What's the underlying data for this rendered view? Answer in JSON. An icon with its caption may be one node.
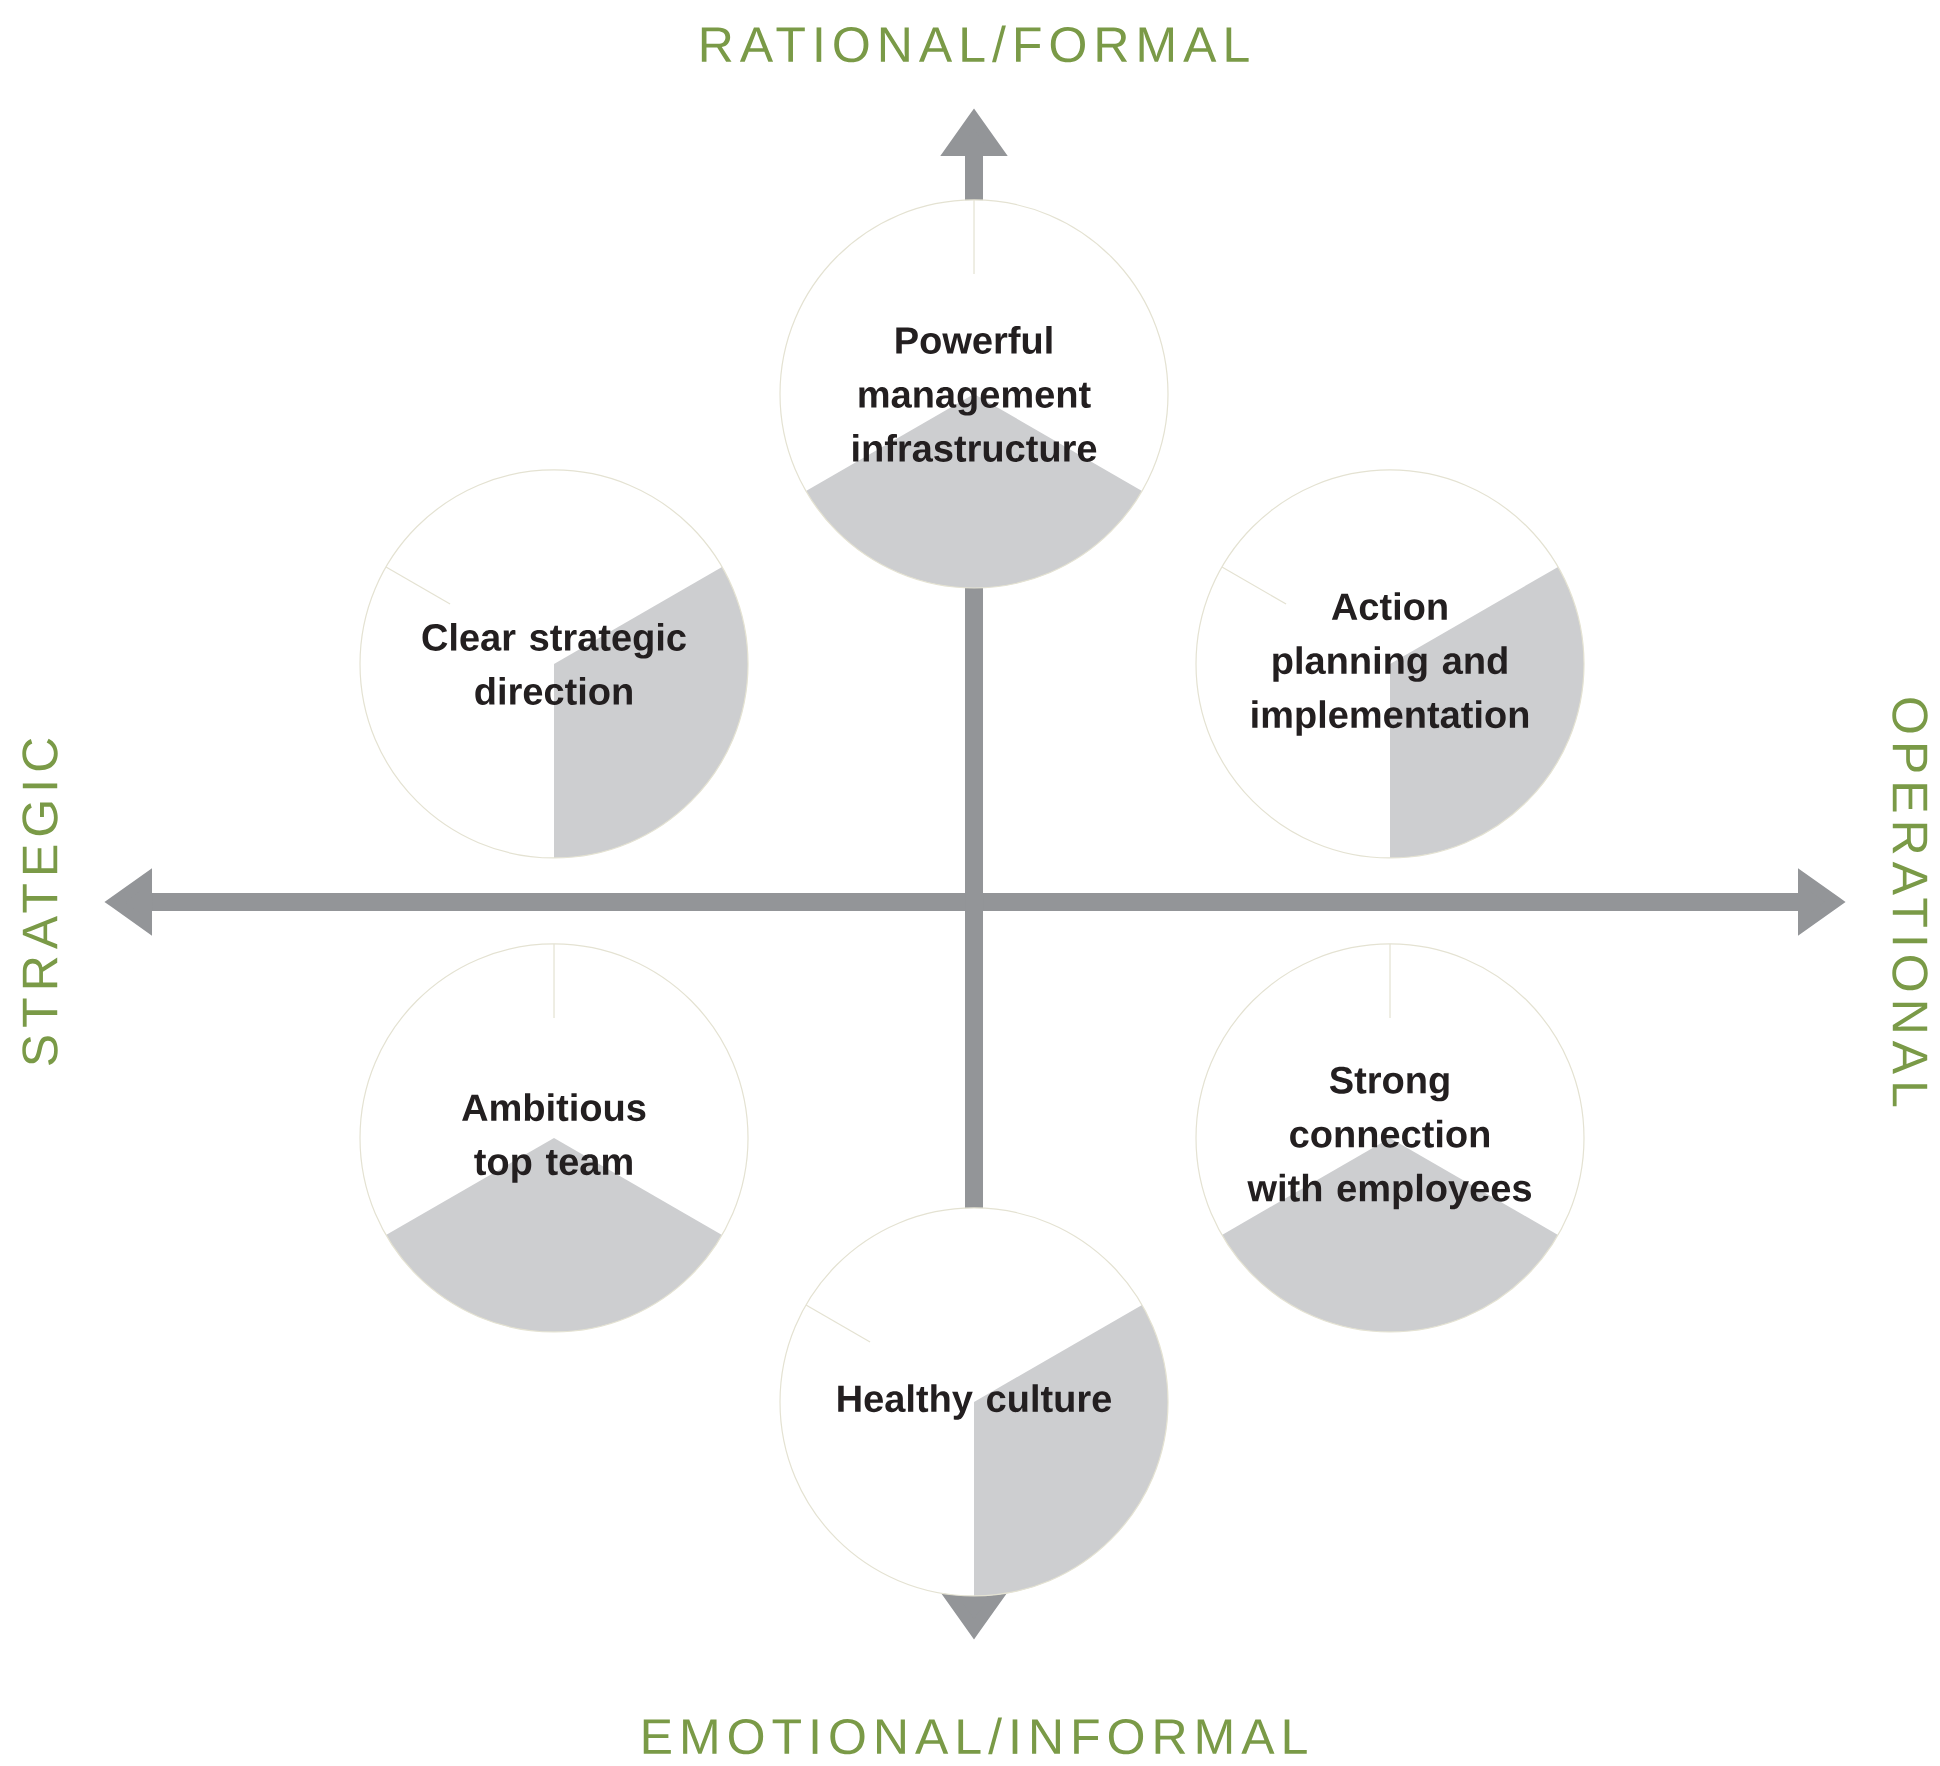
{
  "diagram": {
    "nodes": [
      {
        "text": [
          "Powerful management infrastructure"
        ]
      },
      {
        "text": [
          "Clear strategic direction"
        ]
      },
      {
        "text": [
          "Action planning and implementation"
        ]
      },
      {
        "text": [
          "Ambitious top team"
        ]
      },
      {
        "text": [
          "Strong connection with employees"
        ]
      },
      {
        "text": [
          "Healthy culture"
        ]
      }
    ],
    "labels": [
      "RATIONAL/FORMAL",
      "STRATEGIC",
      "OPERATIONAL",
      "EMOTIONAL/INFORMAL"
    ]
  }
}
